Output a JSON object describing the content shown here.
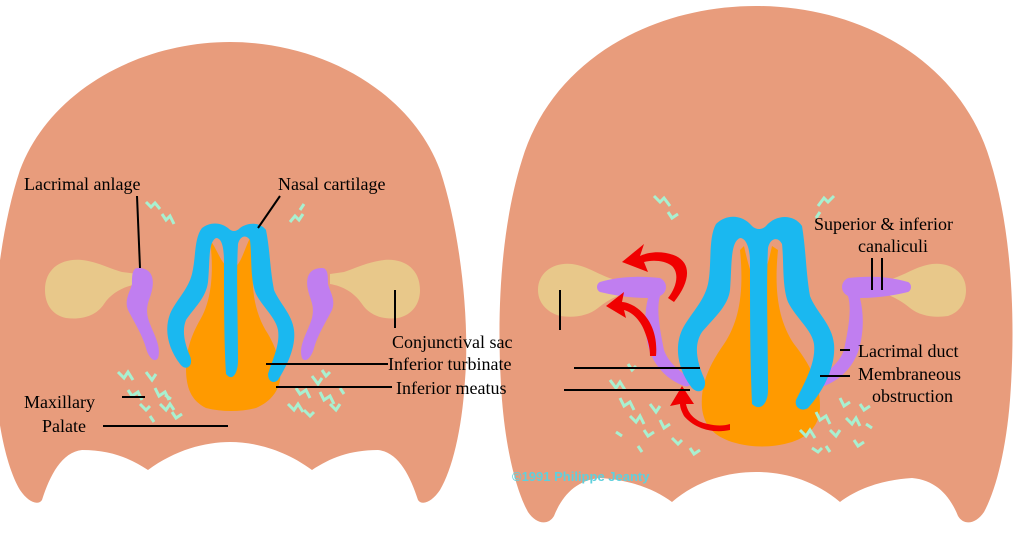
{
  "colors": {
    "skin": "#e89c7c",
    "cartilage": "#1ab8f0",
    "turbinate": "#ff9a00",
    "sac": "#e8c88a",
    "lacrimal": "#c07ef0",
    "bone": "#a8f0d0",
    "arrow": "#f00000",
    "line": "#000000",
    "credit": "#5fd0dd"
  },
  "left_panel": {
    "labels": {
      "lacrimal_anlage": "Lacrimal anlage",
      "nasal_cartilage": "Nasal cartilage",
      "maxillary": "Maxillary",
      "palate": "Palate"
    }
  },
  "shared_labels": {
    "conjunctival_sac": "Conjunctival sac",
    "inferior_turbinate": "Inferior turbinate",
    "inferior_meatus": "Inferior meatus"
  },
  "right_panel": {
    "labels": {
      "canaliculi_line1": "Superior & inferior",
      "canaliculi_line2": "canaliculi",
      "lacrimal_duct": "Lacrimal duct",
      "obstruction_line1": "Membraneous",
      "obstruction_line2": "obstruction"
    },
    "credit": "©1991 Philippe Jeanty"
  }
}
